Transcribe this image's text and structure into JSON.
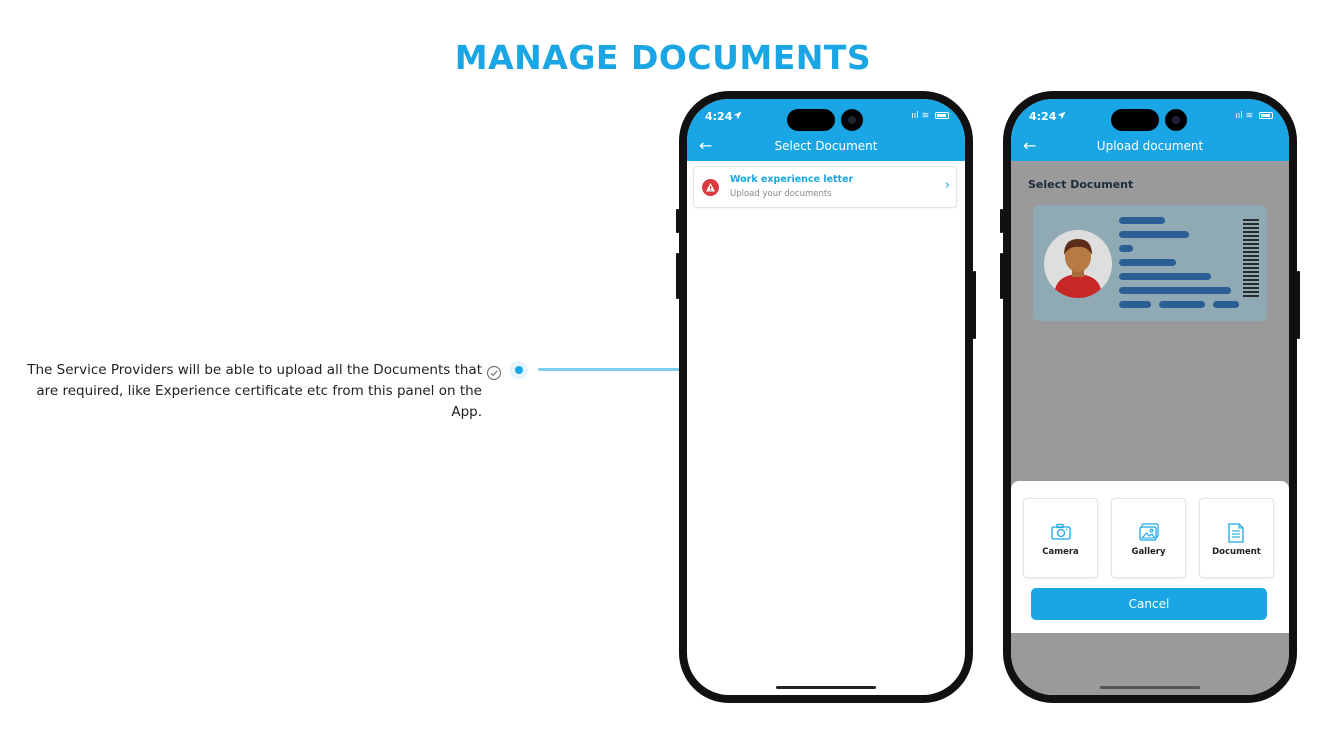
{
  "heading": "MANAGE DOCUMENTS",
  "callout": {
    "text": "The Service Providers will be able to upload all the Documents that are required, like Experience certificate etc from this panel on the App."
  },
  "phone1": {
    "time": "4:24",
    "nav_title": "Select Document",
    "document": {
      "title": "Work experience letter",
      "subtitle": "Upload your documents"
    }
  },
  "phone2": {
    "time": "4:24",
    "nav_title": "Upload document",
    "section_label": "Select Document",
    "options": {
      "camera": "Camera",
      "gallery": "Gallery",
      "document": "Document"
    },
    "cancel_label": "Cancel"
  },
  "colors": {
    "brand": "#1aa6e4",
    "warning": "#d83a3f"
  }
}
